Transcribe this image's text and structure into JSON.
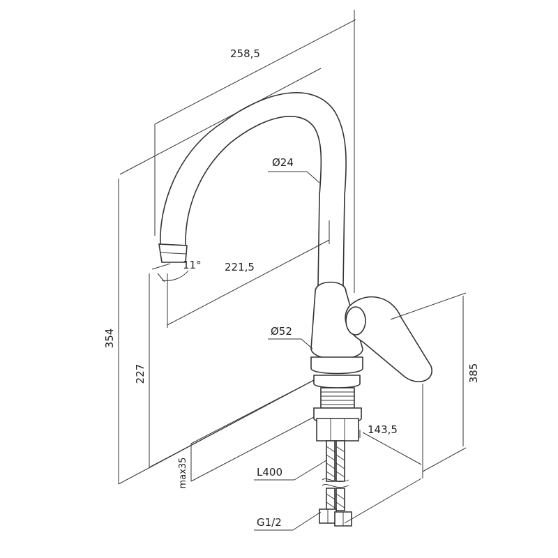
{
  "dimensions": {
    "spout_length": "258,5",
    "spout_diameter": "Ø24",
    "spout_angle": "11°",
    "spout_reach": "221,5",
    "body_diameter": "Ø52",
    "total_height": "354",
    "spout_height": "227",
    "handle_height": "385",
    "handle_depth": "143,5",
    "max_mount_thickness": "max35",
    "hose_length": "L400",
    "connection_thread": "G1/2"
  },
  "colors": {
    "line": "#333333",
    "background": "#ffffff"
  }
}
